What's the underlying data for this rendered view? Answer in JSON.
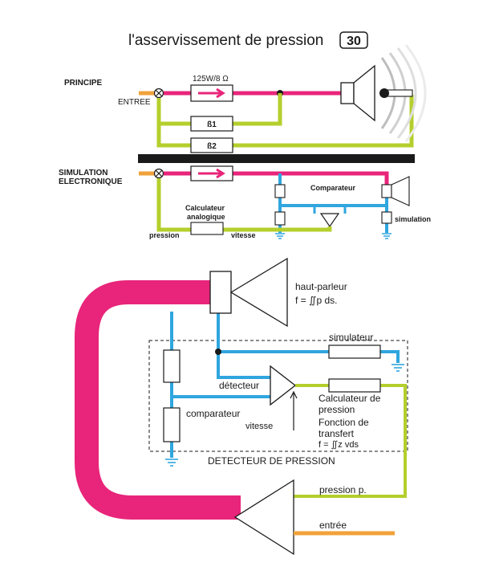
{
  "title": "l'asservissement de pression",
  "title_badge": "30",
  "top": {
    "principe_label": "PRINCIPE",
    "entree_label": "ENTREE",
    "amplifier_label": "125W/8 Ω",
    "beta1_label": "ß1",
    "beta2_label": "ß2",
    "simulation_label_1": "SIMULATION",
    "simulation_label_2": "ELECTRONIQUE",
    "comparateur_label": "Comparateur",
    "calculateur_label_1": "Calculateur",
    "calculateur_label_2": "analogique",
    "pression_label": "pression",
    "vitesse_label": "vitesse",
    "simulation_small_label": "simulation"
  },
  "bottom": {
    "hautparleur_label": "haut-parleur",
    "formula_label": "f = ∬p ds.",
    "simulateur_label": "simulateur",
    "detecteur_label": "détecteur",
    "comparateur_label": "comparateur",
    "vitesse_label": "vitesse",
    "calc_line1": "Calculateur de",
    "calc_line2": "pression",
    "calc_line3": "Fonction de",
    "calc_line4": "transfert",
    "calc_formula": "f = ∬z vds",
    "detector_box_label": "DETECTEUR DE PRESSION",
    "pression_p_label": "pression p.",
    "entree_label": "entrée"
  },
  "colors": {
    "magenta": "#e8257a",
    "green": "#b4cf2c",
    "blue": "#2fa6df",
    "orange": "#f0a23a",
    "black": "#1a1a1a"
  }
}
